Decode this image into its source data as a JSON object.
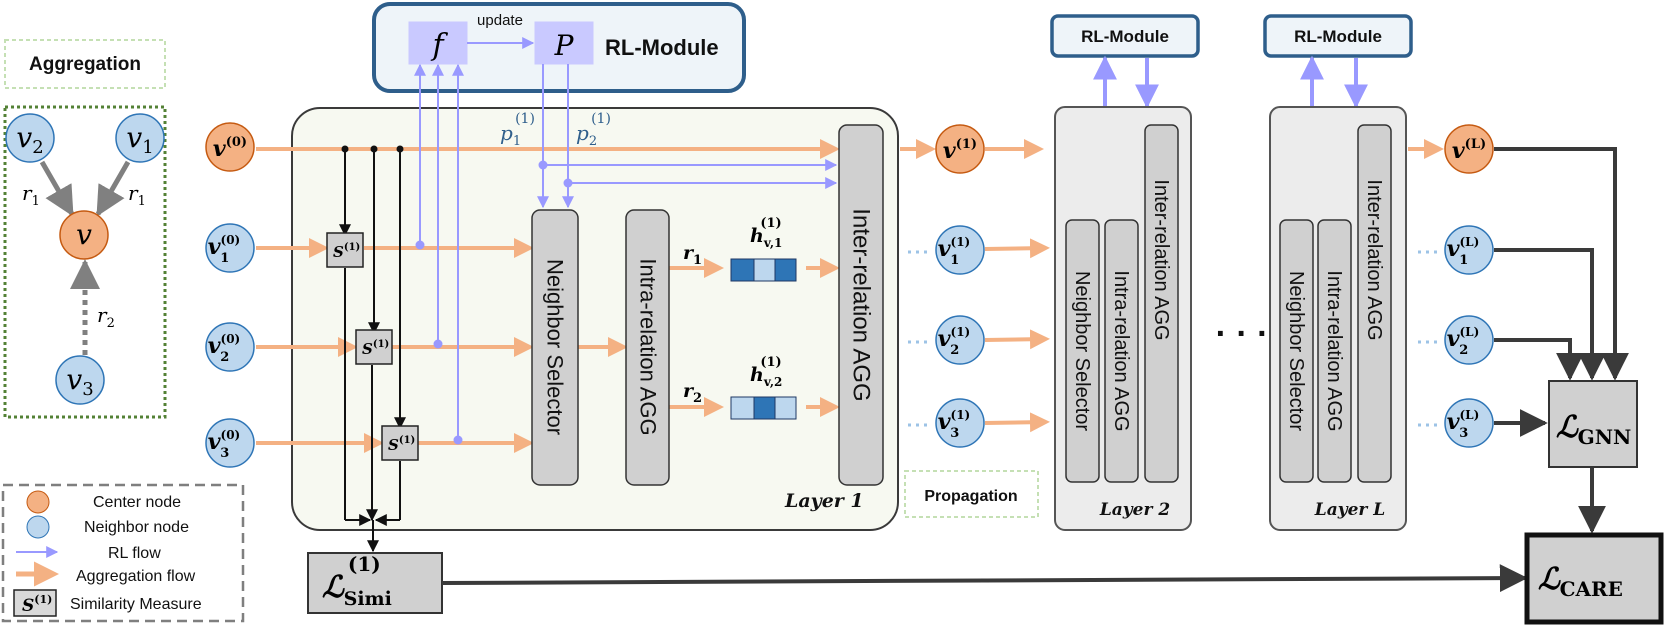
{
  "aggregation": {
    "title": "Aggregation",
    "nodes": {
      "v2": {
        "base": "v",
        "sub": "2"
      },
      "v1": {
        "base": "v",
        "sub": "1"
      },
      "v3": {
        "base": "v",
        "sub": "3"
      },
      "v": {
        "base": "v"
      }
    },
    "edges": {
      "left": {
        "base": "r",
        "sub": "1"
      },
      "right": {
        "base": "r",
        "sub": "1"
      },
      "bottom": {
        "base": "r",
        "sub": "2"
      }
    }
  },
  "legend": {
    "center_node": "Center node",
    "neighbor_node": "Neighbor node",
    "rl_flow": "RL flow",
    "aggregation_flow": "Aggregation flow",
    "similarity_measure": "Similarity Measure",
    "s_symbol": "S",
    "s_sup": "(1)"
  },
  "rl_module": {
    "title": "RL-Module",
    "f": "f",
    "p": "P",
    "update": "update",
    "p1": {
      "base": "p",
      "sub": "1",
      "sup": "(1)"
    },
    "p2": {
      "base": "p",
      "sub": "2",
      "sup": "(1)"
    }
  },
  "layer1": {
    "label": "Layer 1",
    "inputs": [
      {
        "base": "v",
        "sup": "(0)",
        "sub": ""
      },
      {
        "base": "v",
        "sup": "(0)",
        "sub": "1"
      },
      {
        "base": "v",
        "sup": "(0)",
        "sub": "2"
      },
      {
        "base": "v",
        "sup": "(0)",
        "sub": "3"
      }
    ],
    "s_box": {
      "base": "S",
      "sup": "(1)"
    },
    "neighbor_selector": "Neighbor Selector",
    "intra_agg": "Intra-relation AGG",
    "inter_agg": "Inter-relation AGG",
    "r1": {
      "base": "r",
      "sub": "1"
    },
    "r2": {
      "base": "r",
      "sub": "2"
    },
    "h1": {
      "base": "h",
      "sub": "v,1",
      "sup": "(1)"
    },
    "h2": {
      "base": "h",
      "sub": "v,2",
      "sup": "(1)"
    },
    "simi_loss": {
      "base": "ℒ",
      "sub": "Simi",
      "sup": "(1)"
    }
  },
  "layer1_outputs": [
    {
      "base": "v",
      "sup": "(1)",
      "sub": ""
    },
    {
      "base": "v",
      "sup": "(1)",
      "sub": "1"
    },
    {
      "base": "v",
      "sup": "(1)",
      "sub": "2"
    },
    {
      "base": "v",
      "sup": "(1)",
      "sub": "3"
    }
  ],
  "propagation": "Propagation",
  "layer2": {
    "label": "Layer 2",
    "rl_module": "RL-Module",
    "neighbor_selector": "Neighbor Selector",
    "intra_agg": "Intra-relation AGG",
    "inter_agg": "Inter-relation AGG"
  },
  "ellipsis": "· · ·",
  "layerL": {
    "label": "Layer L",
    "rl_module": "RL-Module",
    "neighbor_selector": "Neighbor Selector",
    "intra_agg": "Intra-relation AGG",
    "inter_agg": "Inter-relation AGG"
  },
  "layerL_outputs": [
    {
      "base": "v",
      "sup": "(L)",
      "sub": ""
    },
    {
      "base": "v",
      "sup": "(L)",
      "sub": "1"
    },
    {
      "base": "v",
      "sup": "(L)",
      "sub": "2"
    },
    {
      "base": "v",
      "sup": "(L)",
      "sub": "3"
    }
  ],
  "gnn_loss": {
    "base": "ℒ",
    "sub": "GNN"
  },
  "care_loss": {
    "base": "ℒ",
    "sub": "CARE"
  },
  "colors": {
    "center_fill": "#f4b183",
    "center_stroke": "#c55a11",
    "neighbor_fill": "#bdd7ee",
    "neighbor_stroke": "#2e75b6",
    "rl_flow": "#9999ff",
    "agg_flow": "#f4b183",
    "box_gray": "#d0d0d0",
    "layer_bg": "#f7f9f1",
    "green_dash": "#538135",
    "rl_box_stroke": "#2e5e8b",
    "rl_box_fill": "#eef4f9",
    "fp_fill": "#c9c9ff",
    "h_dark": "#2e75b6",
    "h_mid": "#5b9bd5",
    "h_light": "#bdd7ee"
  }
}
